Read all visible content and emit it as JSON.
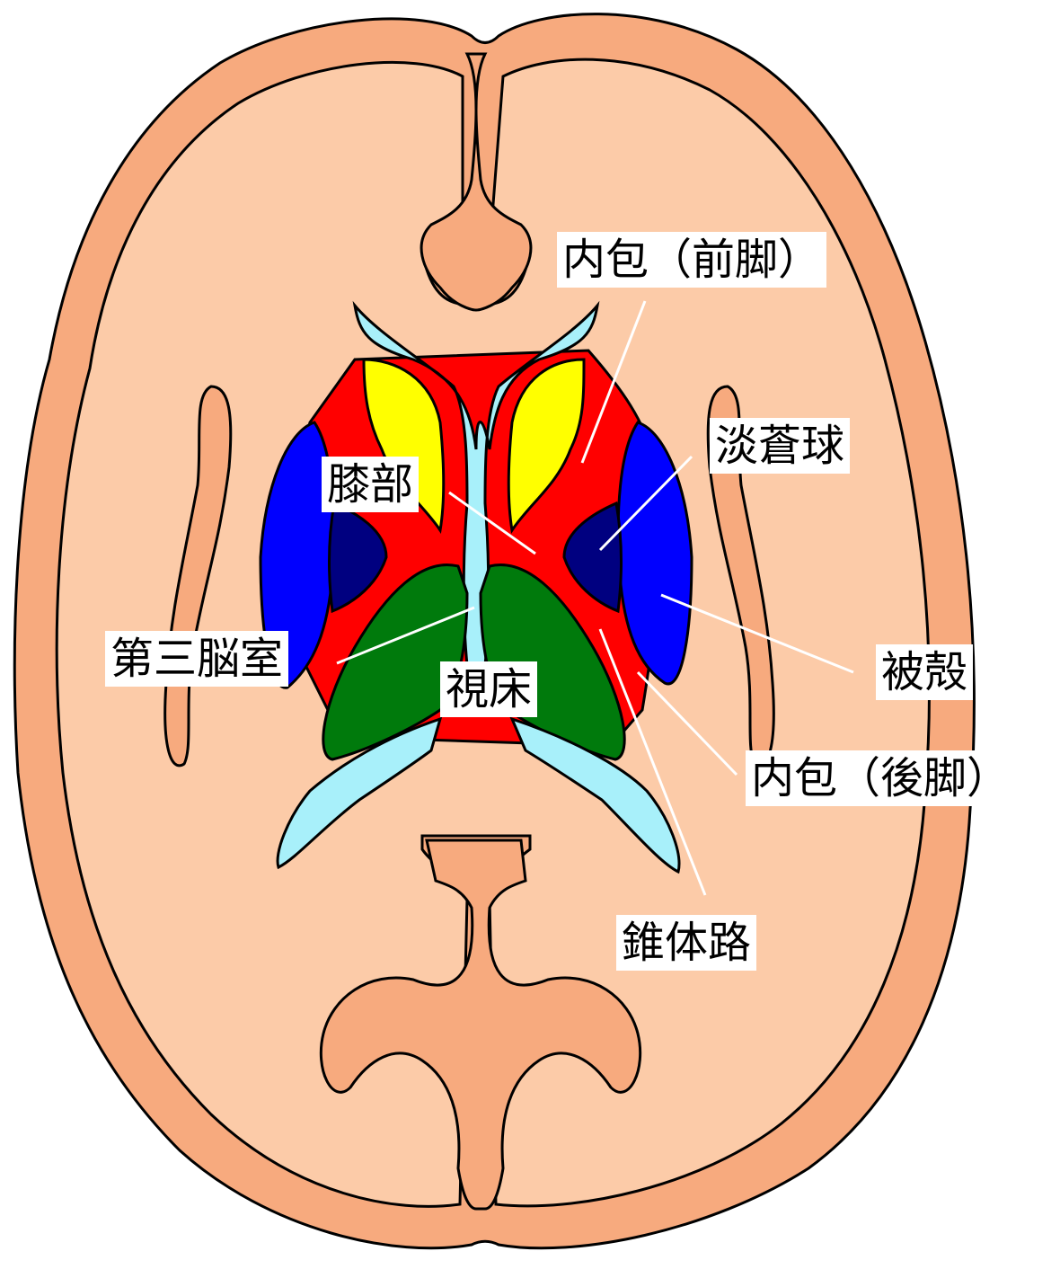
{
  "labels": {
    "internal_capsule_anterior": "内包（前脚）",
    "globus_pallidus": "淡蒼球",
    "genu": "膝部",
    "third_ventricle": "第三脳室",
    "putamen": "被殻",
    "thalamus": "視床",
    "internal_capsule_posterior": "内包（後脚）",
    "pyramidal_tract": "錐体路"
  },
  "colors": {
    "white_matter": "#fccba8",
    "gray_matter": "#f7aa7e",
    "outline": "#000000",
    "ventricle": "#a8f0fa",
    "caudate": "#ffff00",
    "internal_capsule": "#ff0000",
    "putamen": "#0000ff",
    "globus_pallidus": "#000080",
    "thalamus": "#007a0c",
    "leader_line": "#ffffff"
  }
}
